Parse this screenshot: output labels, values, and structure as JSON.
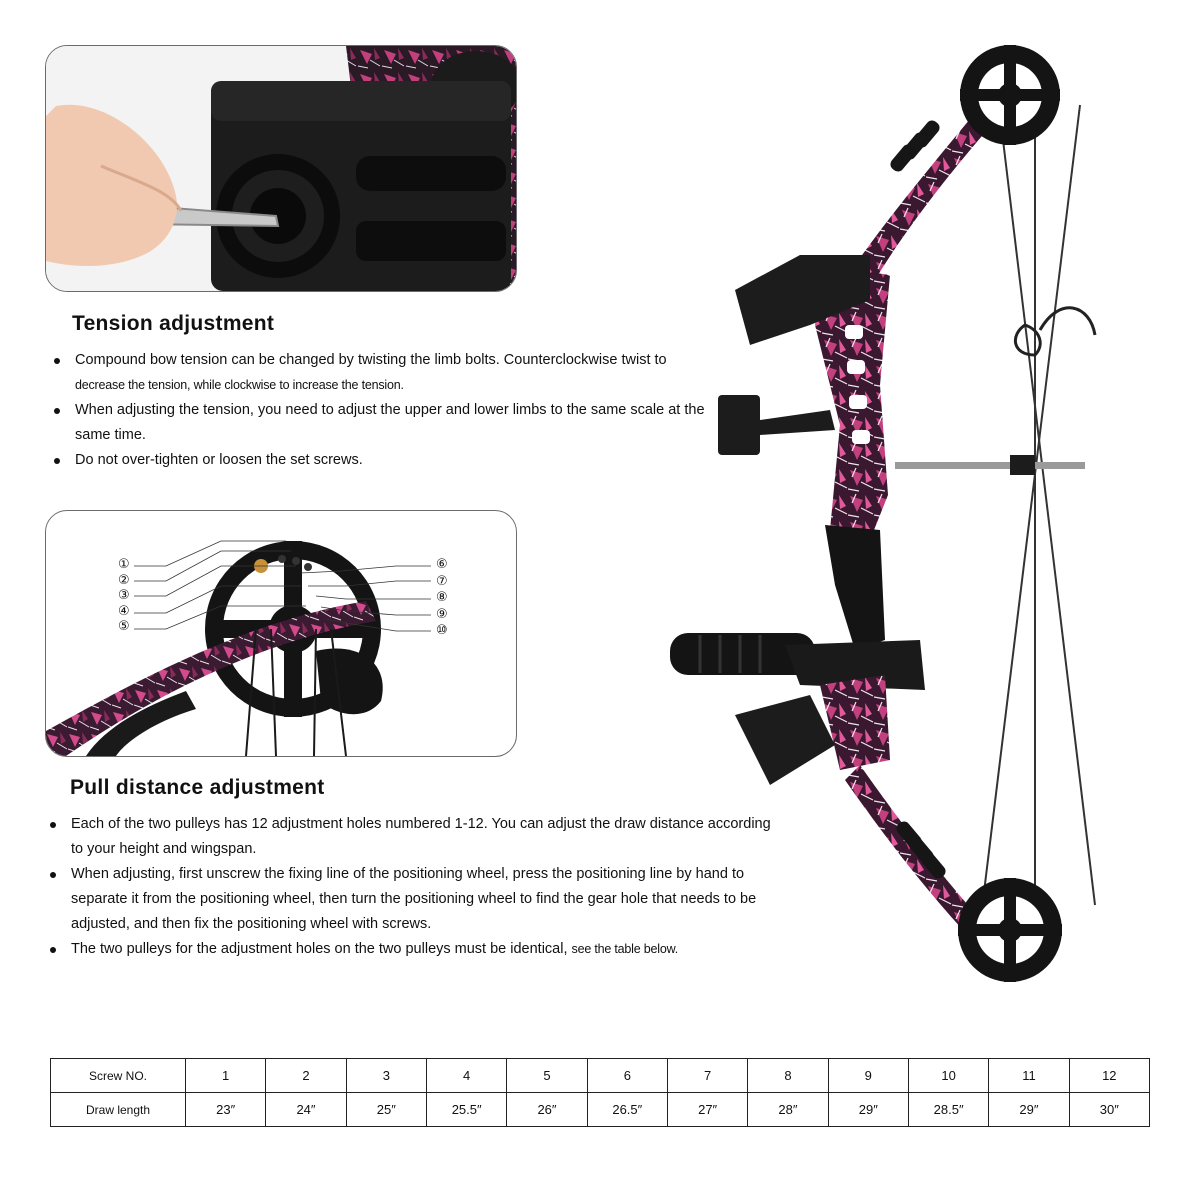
{
  "tension": {
    "title": "Tension adjustment",
    "bullets": [
      {
        "main": "Compound bow tension can be changed by twisting the limb bolts. Counterclockwise twist to",
        "small": "decrease the tension, while clockwise to increase the tension."
      },
      {
        "main": "When adjusting the tension, you need to adjust the upper and lower limbs to the same scale at the same time.",
        "small": ""
      },
      {
        "main": "Do not over-tighten or loosen the set screws.",
        "small": ""
      }
    ]
  },
  "pulley_callouts": {
    "left": [
      "①",
      "②",
      "③",
      "④",
      "⑤"
    ],
    "right": [
      "⑥",
      "⑦",
      "⑧",
      "⑨",
      "⑩"
    ]
  },
  "pull": {
    "title": "Pull distance adjustment",
    "bullets": [
      {
        "main": "Each of the two pulleys has 12 adjustment holes numbered 1-12. You can adjust the draw distance according to your height and wingspan.",
        "small": ""
      },
      {
        "main": "When adjusting, first unscrew the fixing line of the positioning wheel, press the positioning line by hand to separate it from the positioning wheel, then turn the positioning wheel to find the gear hole that needs to be adjusted, and then fix the positioning wheel with screws.",
        "small": ""
      },
      {
        "main": "The two pulleys for the adjustment holes on the two pulleys must be identical,",
        "small": "see the table below."
      }
    ]
  },
  "table": {
    "row1_label": "Screw NO.",
    "row2_label": "Draw length",
    "screw_numbers": [
      "1",
      "2",
      "3",
      "4",
      "5",
      "6",
      "7",
      "8",
      "9",
      "10",
      "11",
      "12"
    ],
    "draw_lengths": [
      "23″",
      "24″",
      "25″",
      "25.5″",
      "26″",
      "26.5″",
      "27″",
      "28″",
      "29″",
      "28.5″",
      "29″",
      "30″"
    ]
  },
  "colors": {
    "camo_pink": "#c2407e",
    "camo_dark": "#2a1a26",
    "hardware": "#151515"
  }
}
